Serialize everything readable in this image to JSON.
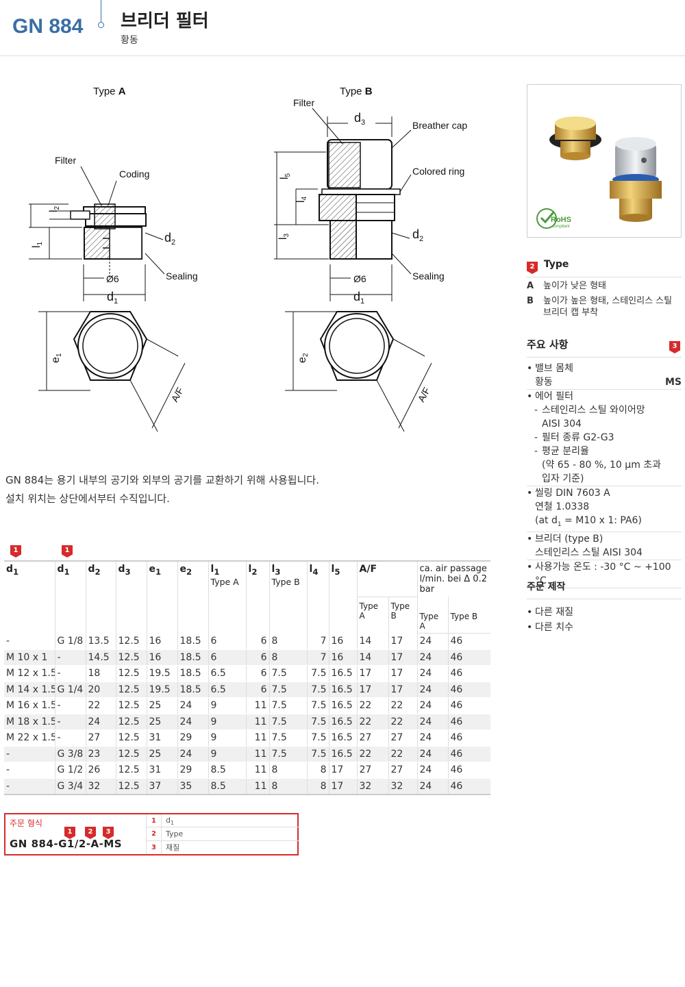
{
  "header": {
    "code": "GN 884",
    "title": "브리더 필터",
    "subtitle": "황동"
  },
  "drawing": {
    "typeA_prefix": "Type ",
    "typeA_letter": "A",
    "typeB_prefix": "Type ",
    "typeB_letter": "B",
    "filter": "Filter",
    "coding": "Coding",
    "sealing": "Sealing",
    "breather_cap": "Breather cap",
    "colored_ring": "Colored ring",
    "phi6": "Ø6",
    "af": "A/F"
  },
  "description": [
    "GN 884는 용기 내부의 공기와 외부의 공기를 교환하기 위해 사용됩니다.",
    "설치 위치는 상단에서부터 수직입니다."
  ],
  "table": {
    "markers": [
      "1",
      "1"
    ],
    "headers": {
      "d1a": "d",
      "d1b": "d",
      "d2": "d",
      "d3": "d",
      "e1": "e",
      "e2": "e",
      "l1": "l",
      "l1_sub": "Type A",
      "l2": "l",
      "l3": "l",
      "l3_sub": "Type B",
      "l4": "l",
      "l5": "l",
      "af": "A/F",
      "af_a": "Type A",
      "af_b": "Type B",
      "air": "ca. air passage l/min. bei Δ 0.2 bar",
      "air_a": "Type A",
      "air_b": "Type B",
      "s1": "1",
      "s2": "2",
      "s3": "3",
      "s4": "4",
      "s5": "5"
    },
    "rows": [
      [
        "-",
        "G 1/8",
        "13.5",
        "12.5",
        "16",
        "18.5",
        "6",
        "6",
        "8",
        "7",
        "16",
        "14",
        "17",
        "24",
        "46"
      ],
      [
        "M 10 x 1",
        "-",
        "14.5",
        "12.5",
        "16",
        "18.5",
        "6",
        "6",
        "8",
        "7",
        "16",
        "14",
        "17",
        "24",
        "46"
      ],
      [
        "M 12 x 1.5",
        "-",
        "18",
        "12.5",
        "19.5",
        "18.5",
        "6.5",
        "6",
        "7.5",
        "7.5",
        "16.5",
        "17",
        "17",
        "24",
        "46"
      ],
      [
        "M 14 x 1.5",
        "G 1/4",
        "20",
        "12.5",
        "19.5",
        "18.5",
        "6.5",
        "6",
        "7.5",
        "7.5",
        "16.5",
        "17",
        "17",
        "24",
        "46"
      ],
      [
        "M 16 x 1.5",
        "-",
        "22",
        "12.5",
        "25",
        "24",
        "9",
        "11",
        "7.5",
        "7.5",
        "16.5",
        "22",
        "22",
        "24",
        "46"
      ],
      [
        "M 18 x 1.5",
        "-",
        "24",
        "12.5",
        "25",
        "24",
        "9",
        "11",
        "7.5",
        "7.5",
        "16.5",
        "22",
        "22",
        "24",
        "46"
      ],
      [
        "M 22 x 1.5",
        "-",
        "27",
        "12.5",
        "31",
        "29",
        "9",
        "11",
        "7.5",
        "7.5",
        "16.5",
        "27",
        "27",
        "24",
        "46"
      ],
      [
        "-",
        "G 3/8",
        "23",
        "12.5",
        "25",
        "24",
        "9",
        "11",
        "7.5",
        "7.5",
        "16.5",
        "22",
        "22",
        "24",
        "46"
      ],
      [
        "-",
        "G 1/2",
        "26",
        "12.5",
        "31",
        "29",
        "8.5",
        "11",
        "8",
        "8",
        "17",
        "27",
        "27",
        "24",
        "46"
      ],
      [
        "-",
        "G 3/4",
        "32",
        "12.5",
        "37",
        "35",
        "8.5",
        "11",
        "8",
        "8",
        "17",
        "32",
        "32",
        "24",
        "46"
      ]
    ]
  },
  "order": {
    "label": "주문 형식",
    "code": "GN 884-G1/2-A-MS",
    "badges": [
      "1",
      "2",
      "3"
    ],
    "keys": [
      {
        "n": "1",
        "t": "d",
        "sub": "1"
      },
      {
        "n": "2",
        "t": "Type",
        "sub": ""
      },
      {
        "n": "3",
        "t": "재질",
        "sub": ""
      }
    ]
  },
  "photo": {
    "rohs": "RoHS",
    "compliant": "compliant"
  },
  "type_section": {
    "badge": "2",
    "title": "Type",
    "items": [
      {
        "k": "A",
        "v": "높이가 낮은 형태"
      },
      {
        "k": "B",
        "v": "높이가 높은 형태, 스테인리스 스틸 브리더 캡 부착"
      }
    ]
  },
  "features": {
    "title": "주요 사항",
    "badge": "3",
    "valve": "밸브 몸체",
    "brass": "황동",
    "ms": "MS",
    "air_filter": "에어 필터",
    "ss_mesh": "스테인리스 스틸 와이어망",
    "aisi": "AISI 304",
    "filter_class": "필터 종류 G2-G3",
    "avg_sep": "평균 분리율",
    "sep_detail": "(약 65 - 80 %, 10 µm 초과",
    "sep_detail2": "입자 기준)",
    "sealing": "씰링 DIN 7603 A",
    "soft_iron": "연철 1.0338",
    "at_prefix": "(at d",
    "at_sub": "1",
    "at_suffix": " = M10 x 1: PA6)",
    "breather": "브리더 (type B)",
    "ss_aisi": "스테인리스 스틸 AISI 304",
    "temp": "사용가능 온도 : -30 °C ~ +100 °C"
  },
  "custom": {
    "title": "주문 제작",
    "items": [
      "다른 재질",
      "다른 치수"
    ]
  }
}
